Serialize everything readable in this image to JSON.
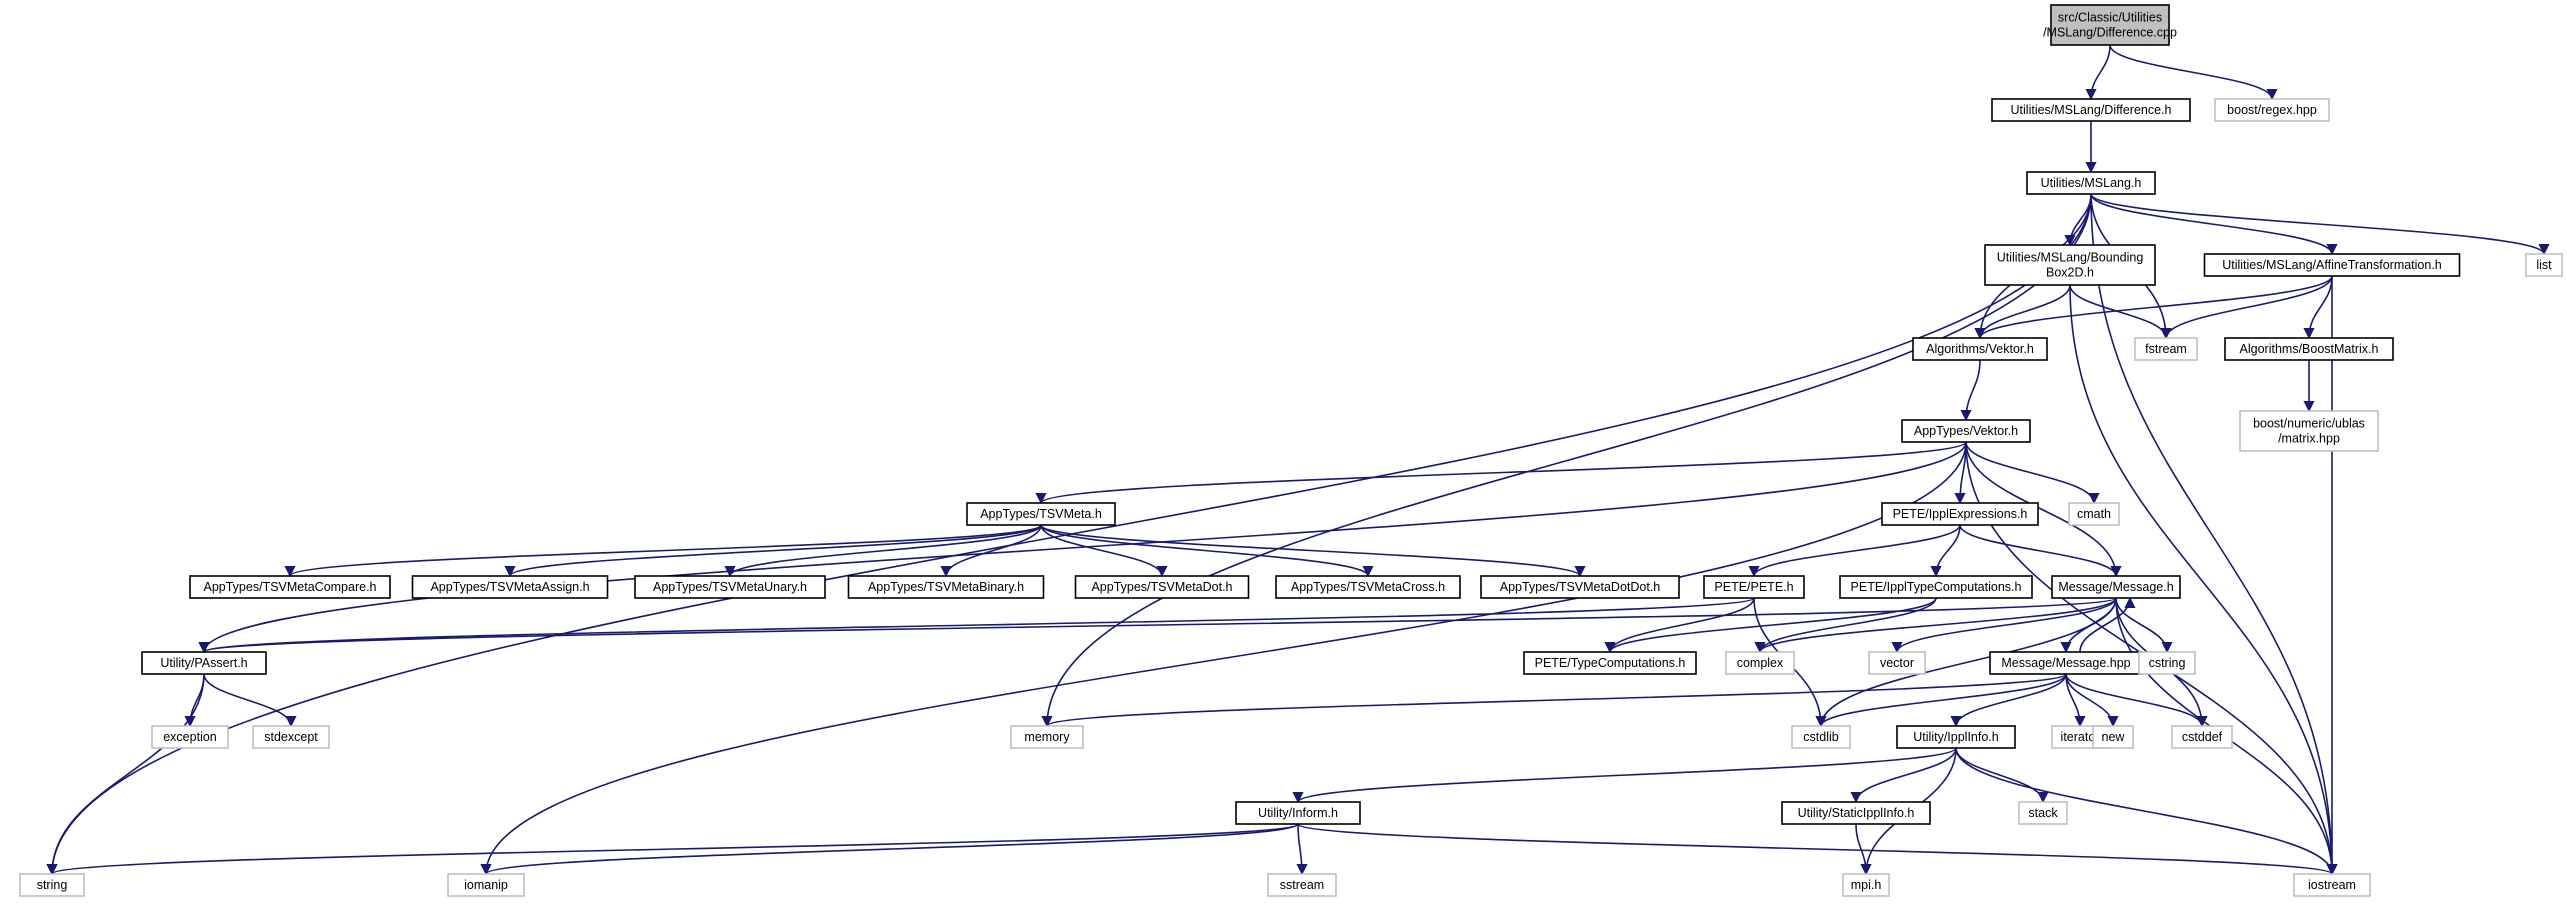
{
  "diagram": {
    "title": "",
    "colors": {
      "edge": "#191970",
      "root_fill": "#bfbfbf",
      "root_border": "#000000",
      "local_border": "#000000",
      "external_border": "#bfbfbf",
      "node_fill": "#ffffff"
    },
    "nodes": [
      {
        "id": "root",
        "kind": "root",
        "label": [
          "src/Classic/Utilities",
          "/MSLang/Difference.cpp"
        ]
      },
      {
        "id": "diff_h",
        "kind": "local",
        "label": [
          "Utilities/MSLang/Difference.h"
        ]
      },
      {
        "id": "regex",
        "kind": "external",
        "label": [
          "boost/regex.hpp"
        ]
      },
      {
        "id": "mslang",
        "kind": "local",
        "label": [
          "Utilities/MSLang.h"
        ]
      },
      {
        "id": "list",
        "kind": "external",
        "label": [
          "list"
        ]
      },
      {
        "id": "bbox",
        "kind": "local",
        "label": [
          "Utilities/MSLang/Bounding",
          "Box2D.h"
        ]
      },
      {
        "id": "affine",
        "kind": "local",
        "label": [
          "Utilities/MSLang/AffineTransformation.h"
        ]
      },
      {
        "id": "alg_vektor",
        "kind": "local",
        "label": [
          "Algorithms/Vektor.h"
        ]
      },
      {
        "id": "fstream",
        "kind": "external",
        "label": [
          "fstream"
        ]
      },
      {
        "id": "boostmatrix",
        "kind": "local",
        "label": [
          "Algorithms/BoostMatrix.h"
        ]
      },
      {
        "id": "ublas",
        "kind": "external",
        "label": [
          "boost/numeric/ublas",
          "/matrix.hpp"
        ]
      },
      {
        "id": "app_vektor",
        "kind": "local",
        "label": [
          "AppTypes/Vektor.h"
        ]
      },
      {
        "id": "tsvmeta",
        "kind": "local",
        "label": [
          "AppTypes/TSVMeta.h"
        ]
      },
      {
        "id": "cmath",
        "kind": "external",
        "label": [
          "cmath"
        ]
      },
      {
        "id": "ipplexpr",
        "kind": "local",
        "label": [
          "PETE/IpplExpressions.h"
        ]
      },
      {
        "id": "tsvcompare",
        "kind": "local",
        "label": [
          "AppTypes/TSVMetaCompare.h"
        ]
      },
      {
        "id": "tsvassign",
        "kind": "local",
        "label": [
          "AppTypes/TSVMetaAssign.h"
        ]
      },
      {
        "id": "tsvunary",
        "kind": "local",
        "label": [
          "AppTypes/TSVMetaUnary.h"
        ]
      },
      {
        "id": "tsvbinary",
        "kind": "local",
        "label": [
          "AppTypes/TSVMetaBinary.h"
        ]
      },
      {
        "id": "tsvdot",
        "kind": "local",
        "label": [
          "AppTypes/TSVMetaDot.h"
        ]
      },
      {
        "id": "tsvcross",
        "kind": "local",
        "label": [
          "AppTypes/TSVMetaCross.h"
        ]
      },
      {
        "id": "tsvdotdot",
        "kind": "local",
        "label": [
          "AppTypes/TSVMetaDotDot.h"
        ]
      },
      {
        "id": "pete",
        "kind": "local",
        "label": [
          "PETE/PETE.h"
        ]
      },
      {
        "id": "ippltypecomp",
        "kind": "local",
        "label": [
          "PETE/IpplTypeComputations.h"
        ]
      },
      {
        "id": "message_h",
        "kind": "local",
        "label": [
          "Message/Message.h"
        ]
      },
      {
        "id": "passert",
        "kind": "local",
        "label": [
          "Utility/PAssert.h"
        ]
      },
      {
        "id": "typecomp",
        "kind": "local",
        "label": [
          "PETE/TypeComputations.h"
        ]
      },
      {
        "id": "complex",
        "kind": "external",
        "label": [
          "complex"
        ]
      },
      {
        "id": "vector",
        "kind": "external",
        "label": [
          "vector"
        ]
      },
      {
        "id": "message_hpp",
        "kind": "local",
        "label": [
          "Message/Message.hpp"
        ]
      },
      {
        "id": "cstring",
        "kind": "external",
        "label": [
          "cstring"
        ]
      },
      {
        "id": "exception",
        "kind": "external",
        "label": [
          "exception"
        ]
      },
      {
        "id": "stdexcept",
        "kind": "external",
        "label": [
          "stdexcept"
        ]
      },
      {
        "id": "memory",
        "kind": "external",
        "label": [
          "memory"
        ]
      },
      {
        "id": "cstdlib",
        "kind": "external",
        "label": [
          "cstdlib"
        ]
      },
      {
        "id": "ipplinfo",
        "kind": "local",
        "label": [
          "Utility/IpplInfo.h"
        ]
      },
      {
        "id": "iterator",
        "kind": "external",
        "label": [
          "iterator"
        ]
      },
      {
        "id": "new",
        "kind": "external",
        "label": [
          "new"
        ]
      },
      {
        "id": "cstddef",
        "kind": "external",
        "label": [
          "cstddef"
        ]
      },
      {
        "id": "inform",
        "kind": "local",
        "label": [
          "Utility/Inform.h"
        ]
      },
      {
        "id": "staticippl",
        "kind": "local",
        "label": [
          "Utility/StaticIpplInfo.h"
        ]
      },
      {
        "id": "stack",
        "kind": "external",
        "label": [
          "stack"
        ]
      },
      {
        "id": "string",
        "kind": "external",
        "label": [
          "string"
        ]
      },
      {
        "id": "iomanip",
        "kind": "external",
        "label": [
          "iomanip"
        ]
      },
      {
        "id": "sstream",
        "kind": "external",
        "label": [
          "sstream"
        ]
      },
      {
        "id": "mpi",
        "kind": "external",
        "label": [
          "mpi.h"
        ]
      },
      {
        "id": "iostream",
        "kind": "external",
        "label": [
          "iostream"
        ]
      }
    ],
    "edges": [
      [
        "root",
        "diff_h"
      ],
      [
        "root",
        "regex"
      ],
      [
        "diff_h",
        "mslang"
      ],
      [
        "mslang",
        "list"
      ],
      [
        "mslang",
        "bbox"
      ],
      [
        "mslang",
        "affine"
      ],
      [
        "mslang",
        "alg_vektor"
      ],
      [
        "mslang",
        "fstream"
      ],
      [
        "mslang",
        "string"
      ],
      [
        "mslang",
        "memory"
      ],
      [
        "mslang",
        "iostream"
      ],
      [
        "bbox",
        "alg_vektor"
      ],
      [
        "bbox",
        "fstream"
      ],
      [
        "bbox",
        "iostream"
      ],
      [
        "affine",
        "alg_vektor"
      ],
      [
        "affine",
        "fstream"
      ],
      [
        "affine",
        "boostmatrix"
      ],
      [
        "affine",
        "iostream"
      ],
      [
        "boostmatrix",
        "ublas"
      ],
      [
        "alg_vektor",
        "app_vektor"
      ],
      [
        "app_vektor",
        "tsvmeta"
      ],
      [
        "app_vektor",
        "ipplexpr"
      ],
      [
        "app_vektor",
        "cmath"
      ],
      [
        "app_vektor",
        "message_h"
      ],
      [
        "app_vektor",
        "passert"
      ],
      [
        "app_vektor",
        "iomanip"
      ],
      [
        "app_vektor",
        "iostream"
      ],
      [
        "tsvmeta",
        "tsvcompare"
      ],
      [
        "tsvmeta",
        "tsvassign"
      ],
      [
        "tsvmeta",
        "tsvunary"
      ],
      [
        "tsvmeta",
        "tsvbinary"
      ],
      [
        "tsvmeta",
        "tsvdot"
      ],
      [
        "tsvmeta",
        "tsvcross"
      ],
      [
        "tsvmeta",
        "tsvdotdot"
      ],
      [
        "ipplexpr",
        "pete"
      ],
      [
        "ipplexpr",
        "ippltypecomp"
      ],
      [
        "ipplexpr",
        "message_h"
      ],
      [
        "pete",
        "passert"
      ],
      [
        "pete",
        "typecomp"
      ],
      [
        "pete",
        "cstdlib"
      ],
      [
        "ippltypecomp",
        "typecomp"
      ],
      [
        "ippltypecomp",
        "complex"
      ],
      [
        "message_h",
        "message_hpp"
      ],
      [
        "message_h",
        "complex"
      ],
      [
        "message_h",
        "vector"
      ],
      [
        "message_h",
        "cstring"
      ],
      [
        "message_h",
        "cstdlib"
      ],
      [
        "message_h",
        "cstddef"
      ],
      [
        "message_h",
        "passert"
      ],
      [
        "message_h",
        "iostream"
      ],
      [
        "message_hpp",
        "message_h"
      ],
      [
        "message_hpp",
        "memory"
      ],
      [
        "message_hpp",
        "cstdlib"
      ],
      [
        "message_hpp",
        "ipplinfo"
      ],
      [
        "message_hpp",
        "iterator"
      ],
      [
        "message_hpp",
        "new"
      ],
      [
        "message_hpp",
        "cstddef"
      ],
      [
        "passert",
        "exception"
      ],
      [
        "passert",
        "stdexcept"
      ],
      [
        "passert",
        "string"
      ],
      [
        "ipplinfo",
        "inform"
      ],
      [
        "ipplinfo",
        "staticippl"
      ],
      [
        "ipplinfo",
        "stack"
      ],
      [
        "ipplinfo",
        "mpi"
      ],
      [
        "ipplinfo",
        "iostream"
      ],
      [
        "inform",
        "string"
      ],
      [
        "inform",
        "iomanip"
      ],
      [
        "inform",
        "sstream"
      ],
      [
        "inform",
        "iostream"
      ],
      [
        "staticippl",
        "mpi"
      ]
    ]
  }
}
